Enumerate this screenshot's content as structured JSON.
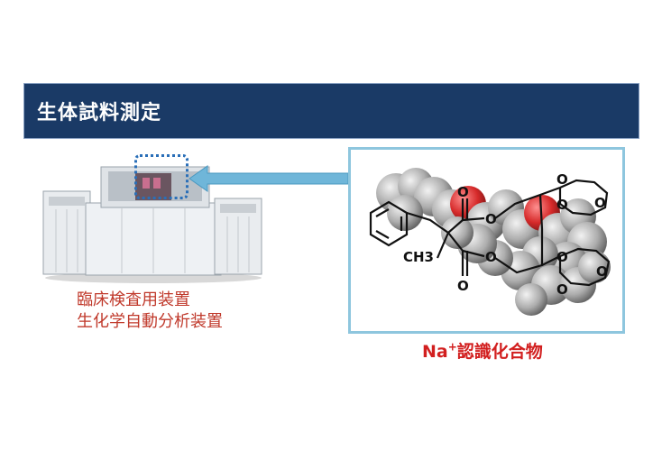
{
  "banner": {
    "title": "生体試料測定"
  },
  "machine": {
    "labels": [
      "臨床検査用装置",
      "生化学自動分析装置"
    ]
  },
  "compound": {
    "caption_base": "Na",
    "caption_sup": "+",
    "caption_rest": "認識化合物",
    "structure_labels": {
      "carbonyl_o": "O",
      "ester_o": "O",
      "methyl": "CH3",
      "crown_o": "O"
    }
  },
  "colors": {
    "banner_bg": "#1a3a66",
    "label_red": "#c0392b",
    "caption_red": "#d21f1f",
    "arrow_blue": "#6fb6d9",
    "panel_border": "#8ec6de",
    "dotted_blue": "#2a6fb8"
  }
}
